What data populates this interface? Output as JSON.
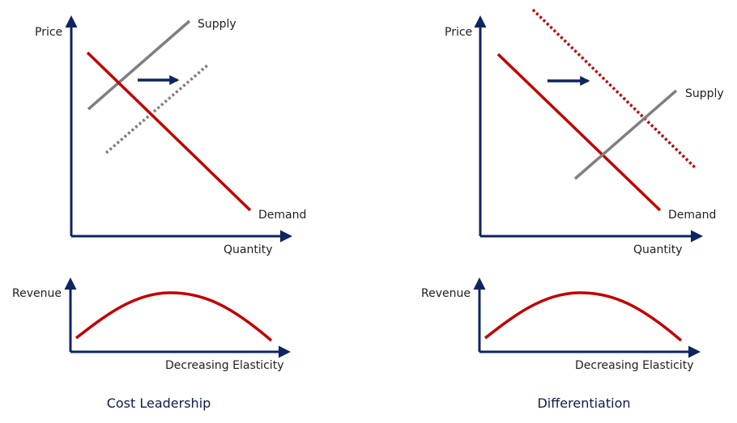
{
  "colors": {
    "axis": "#0d2560",
    "demand": "#c00000",
    "supply": "#7f7f7f",
    "shift_arrow": "#0d2560",
    "title": "#0d1a4a"
  },
  "left": {
    "title": "Cost Leadership",
    "upper": {
      "y_label": "Price",
      "x_label": "Quantity",
      "supply_label": "Supply",
      "demand_label": "Demand"
    },
    "lower": {
      "y_label": "Revenue",
      "x_label": "Decreasing Elasticity"
    }
  },
  "right": {
    "title": "Differentiation",
    "upper": {
      "y_label": "Price",
      "x_label": "Quantity",
      "supply_label": "Supply",
      "demand_label": "Demand"
    },
    "lower": {
      "y_label": "Revenue",
      "x_label": "Decreasing Elasticity"
    }
  }
}
